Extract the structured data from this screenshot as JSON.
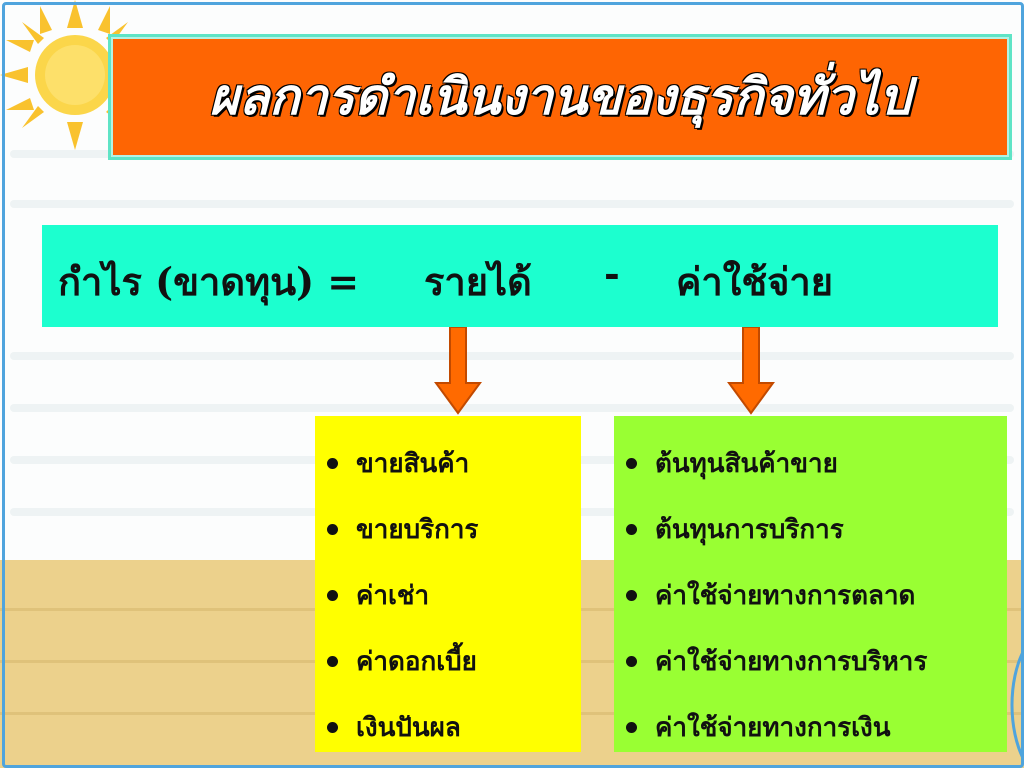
{
  "slide": {
    "title": "ผลการดำเนินงานของธุรกิจทั่วไป",
    "formula": {
      "profit_loss": "กำไร (ขาดทุน) =",
      "revenue": "รายได้",
      "minus": "-",
      "expenses": "ค่าใช้จ่าย"
    },
    "revenue_items": [
      {
        "label": "ขายสินค้า"
      },
      {
        "label": "ขายบริการ"
      },
      {
        "label": "ค่าเช่า"
      },
      {
        "label": "ค่าดอกเบี้ย"
      },
      {
        "label": "เงินปันผล"
      }
    ],
    "expense_items": [
      {
        "label": "ต้นทุนสินค้าขาย"
      },
      {
        "label": "ต้นทุนการบริการ"
      },
      {
        "label": "ค่าใช้จ่ายทางการตลาด"
      },
      {
        "label": "ค่าใช้จ่ายทางการบริหาร"
      },
      {
        "label": "ค่าใช้จ่ายทางการเงิน"
      }
    ]
  },
  "colors": {
    "title_background": "#fe6503",
    "formula_background": "#1cffcf",
    "revenue_background": "#ffff00",
    "expense_background": "#99ff33",
    "arrow_fill": "#ff6a00",
    "frame": "#4fa4dd",
    "ground": "#ecd18c"
  },
  "icons": [
    "sun-icon",
    "down-arrow-icon"
  ]
}
